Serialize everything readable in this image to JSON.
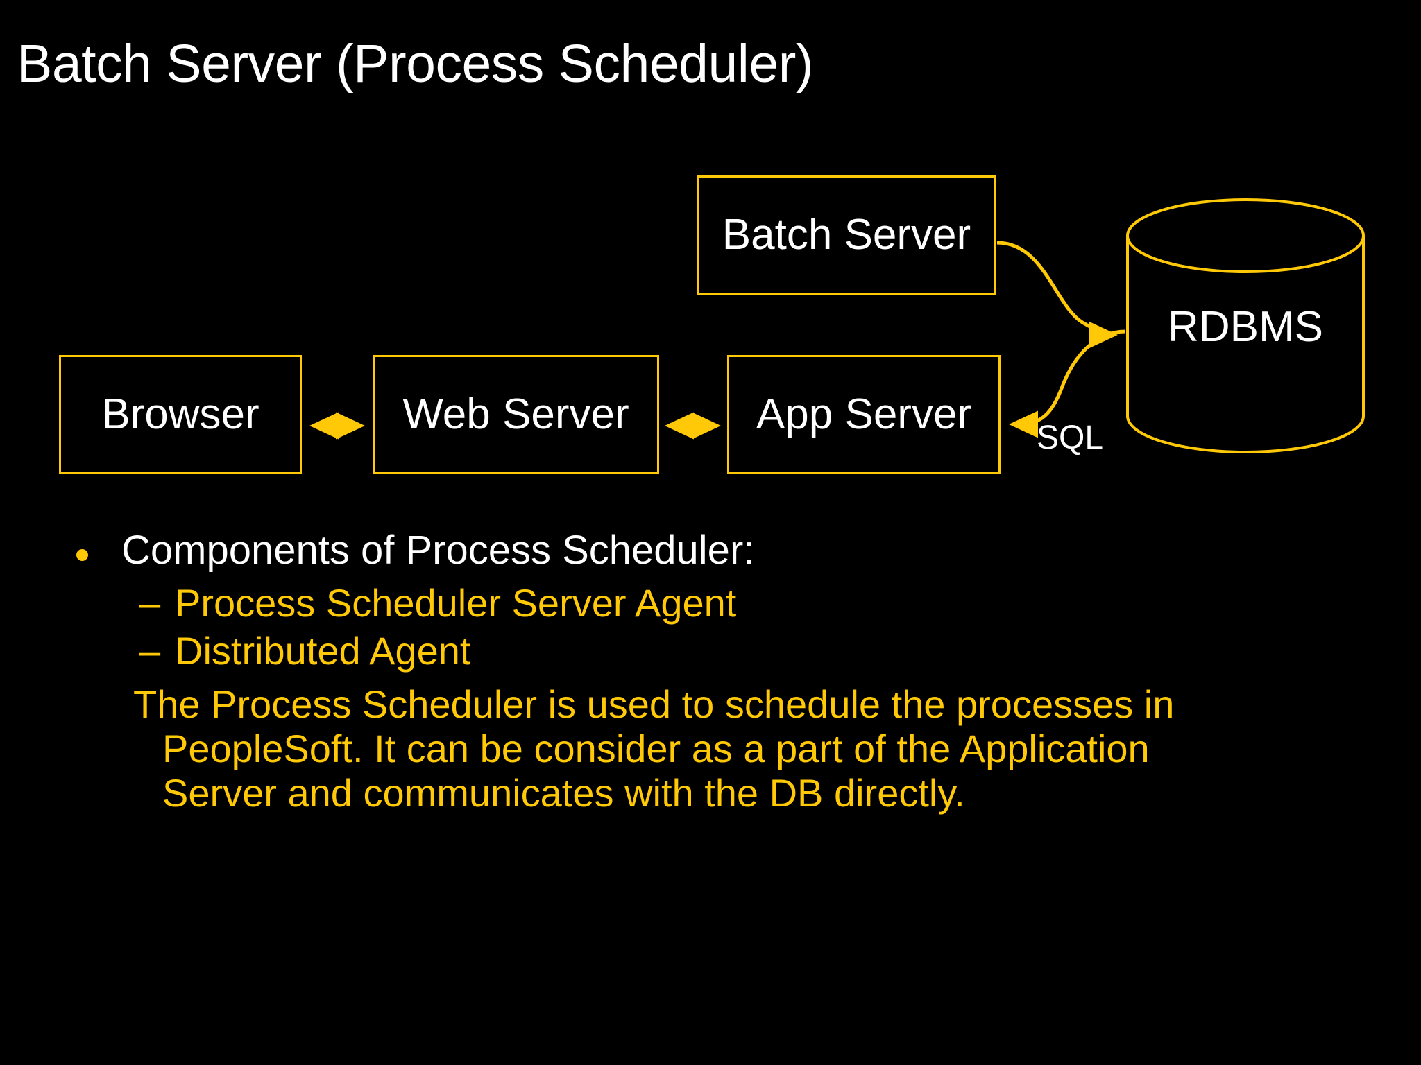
{
  "slide": {
    "title": "Batch Server (Process Scheduler)",
    "background_color": "#000000",
    "title_color": "#ffffff",
    "accent_color": "#FFC907"
  },
  "diagram": {
    "nodes": [
      {
        "id": "batch-server",
        "label": "Batch Server",
        "shape": "rectangle",
        "text_color": "#ffffff",
        "border_color": "#FFC907"
      },
      {
        "id": "browser",
        "label": "Browser",
        "shape": "rectangle",
        "text_color": "#ffffff",
        "border_color": "#FFC907"
      },
      {
        "id": "web-server",
        "label": "Web Server",
        "shape": "rectangle",
        "text_color": "#ffffff",
        "border_color": "#FFC907"
      },
      {
        "id": "app-server",
        "label": "App Server",
        "shape": "rectangle",
        "text_color": "#ffffff",
        "border_color": "#FFC907"
      },
      {
        "id": "rdbms",
        "label": "RDBMS",
        "shape": "cylinder",
        "text_color": "#ffffff",
        "border_color": "#FFC907"
      }
    ],
    "edges": [
      {
        "from": "browser",
        "to": "web-server",
        "style": "double-arrow",
        "label": ""
      },
      {
        "from": "web-server",
        "to": "app-server",
        "style": "double-arrow",
        "label": ""
      },
      {
        "from": "batch-server",
        "to": "rdbms",
        "style": "curved-arrow",
        "label": ""
      },
      {
        "from": "rdbms",
        "to": "app-server",
        "style": "curved-arrow",
        "label": "SQL"
      }
    ],
    "edge_labels": {
      "sql": "SQL"
    }
  },
  "body": {
    "bullet1": "Components of Process Scheduler:",
    "sub_bullets": [
      {
        "marker": "–",
        "text": "Process Scheduler Server Agent"
      },
      {
        "marker": "–",
        "text": "Distributed Agent"
      }
    ],
    "paragraph": "The Process Scheduler is used to schedule the processes in PeopleSoft. It can be consider as a part of the Application Server and communicates with the DB directly."
  }
}
